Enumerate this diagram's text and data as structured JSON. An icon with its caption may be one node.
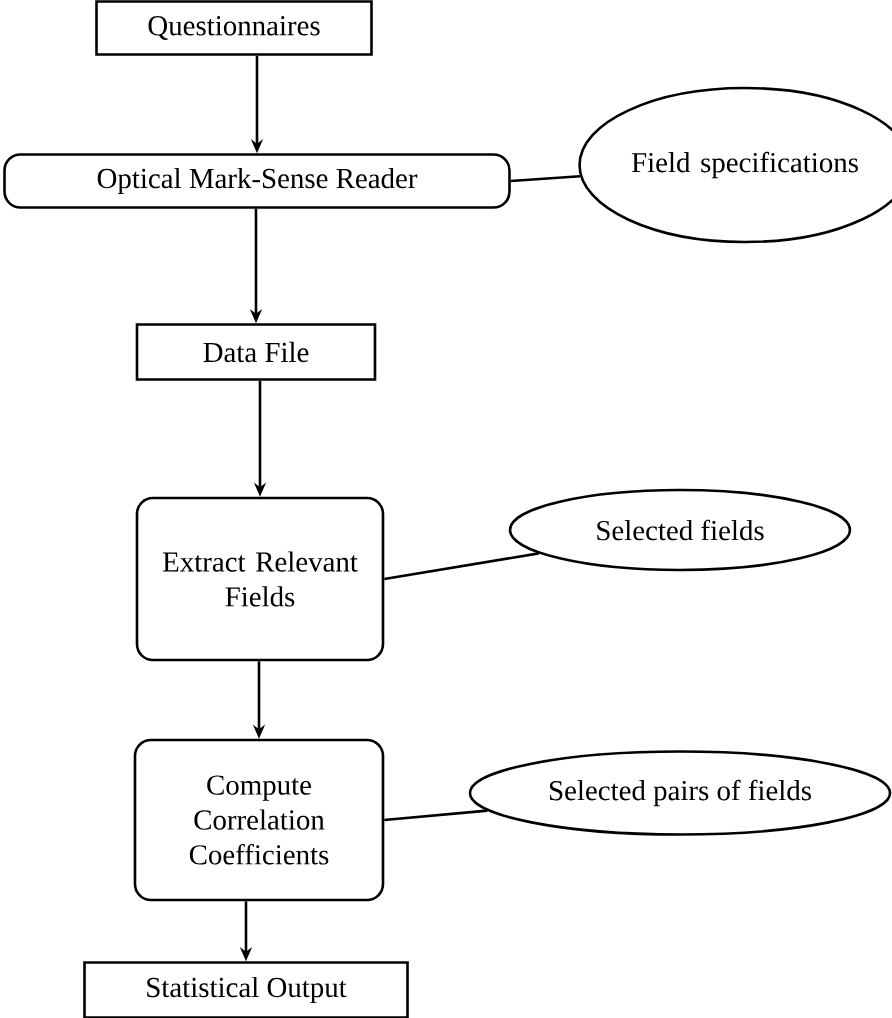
{
  "diagram": {
    "nodes": [
      {
        "text": [
          "Questionnaires"
        ]
      },
      {
        "text": [
          "Optical Mark-Sense Reader"
        ]
      },
      {
        "text": [
          "Field specifications"
        ]
      },
      {
        "text": [
          "Data File"
        ]
      },
      {
        "text": [
          "Extract Relevant Fields"
        ]
      },
      {
        "text": [
          "Selected fields"
        ]
      },
      {
        "text": [
          "Compute Correlation Coefficients"
        ]
      },
      {
        "text": [
          "Selected pairs of fields"
        ]
      },
      {
        "text": [
          "Statistical Output"
        ]
      }
    ],
    "edges": [
      {
        "from": 0,
        "to": 1,
        "arrow": "to"
      },
      {
        "from": 1,
        "to": 2,
        "arrow": "none"
      },
      {
        "from": 1,
        "to": 3,
        "arrow": "to"
      },
      {
        "from": 3,
        "to": 4,
        "arrow": "to"
      },
      {
        "from": 4,
        "to": 5,
        "arrow": "none"
      },
      {
        "from": 4,
        "to": 6,
        "arrow": "to"
      },
      {
        "from": 6,
        "to": 7,
        "arrow": "none"
      },
      {
        "from": 6,
        "to": 8,
        "arrow": "to"
      }
    ]
  }
}
